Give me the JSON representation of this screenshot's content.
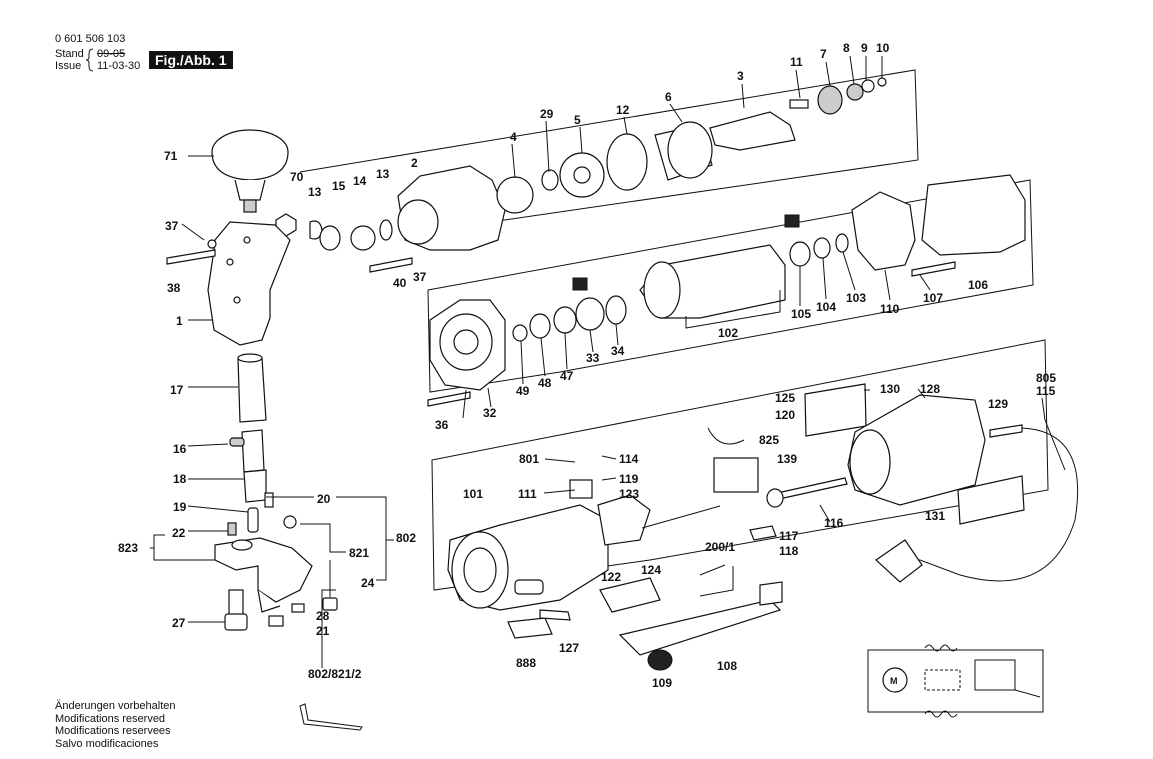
{
  "header": {
    "part_number": "0 601 506 103",
    "stand_label": "Stand",
    "issue_label": "Issue",
    "stand_value_struck": "09-05",
    "issue_value": "11-03-30",
    "fig_label": "Fig./Abb. 1"
  },
  "footer_notes": [
    "Änderungen vorbehalten",
    "Modifications reserved",
    "Modifications reservees",
    "Salvo modificaciones"
  ],
  "callouts": [
    "71",
    "70",
    "13",
    "15",
    "14",
    "13",
    "2",
    "4",
    "29",
    "5",
    "12",
    "6",
    "3",
    "11",
    "7",
    "8",
    "9",
    "10",
    "37",
    "38",
    "40",
    "37",
    "1",
    "17",
    "16",
    "18",
    "19",
    "20",
    "802",
    "823",
    "22",
    "821",
    "24",
    "27",
    "28",
    "21",
    "802/821/2",
    "36",
    "32",
    "49",
    "48",
    "47",
    "33",
    "34",
    "102",
    "105",
    "104",
    "103",
    "110",
    "107",
    "106",
    "125",
    "120",
    "825",
    "139",
    "130",
    "128",
    "129",
    "805",
    "115",
    "801",
    "114",
    "119",
    "111",
    "123",
    "101",
    "117",
    "118",
    "116",
    "131",
    "200/1",
    "124",
    "122",
    "888",
    "127",
    "109",
    "108"
  ]
}
